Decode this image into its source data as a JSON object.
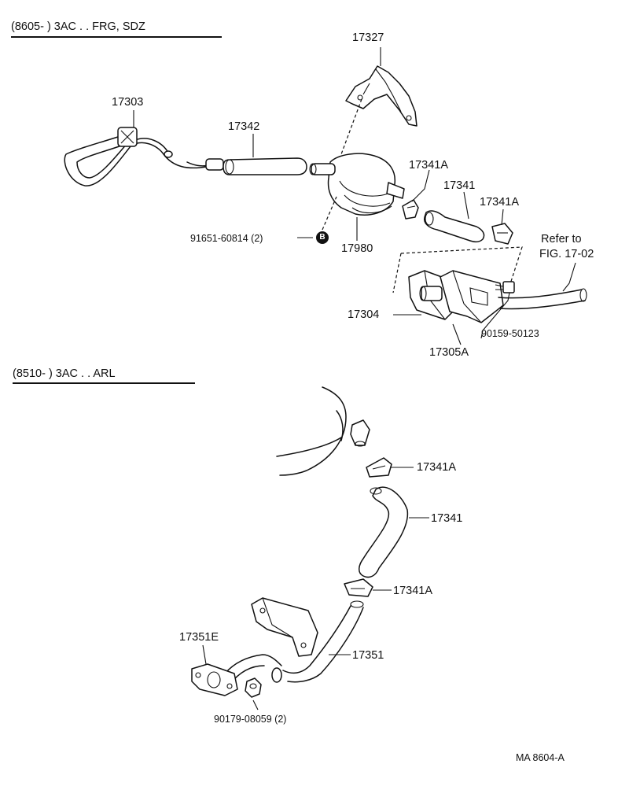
{
  "sections": [
    {
      "header": "(8605-         ) 3AC . . FRG, SDZ",
      "parts": {
        "p17327": "17327",
        "p17303": "17303",
        "p17342": "17342",
        "p17341A_1": "17341A",
        "p17341": "17341",
        "p17341A_2": "17341A",
        "p91651": "91651-60814 (2)",
        "p17980": "17980",
        "refer_line1": "Refer to",
        "refer_line2": "FIG. 17-02",
        "p17304": "17304",
        "p90159": "90159-50123",
        "p17305A": "17305A",
        "marker_b": "B"
      }
    },
    {
      "header": "(8510-         ) 3AC . . ARL",
      "parts": {
        "p17341A_1": "17341A",
        "p17341": "17341",
        "p17341A_2": "17341A",
        "p17351E": "17351E",
        "p17351": "17351",
        "p90179": "90179-08059 (2)"
      }
    }
  ],
  "footer": {
    "code": "MA 8604-A"
  }
}
